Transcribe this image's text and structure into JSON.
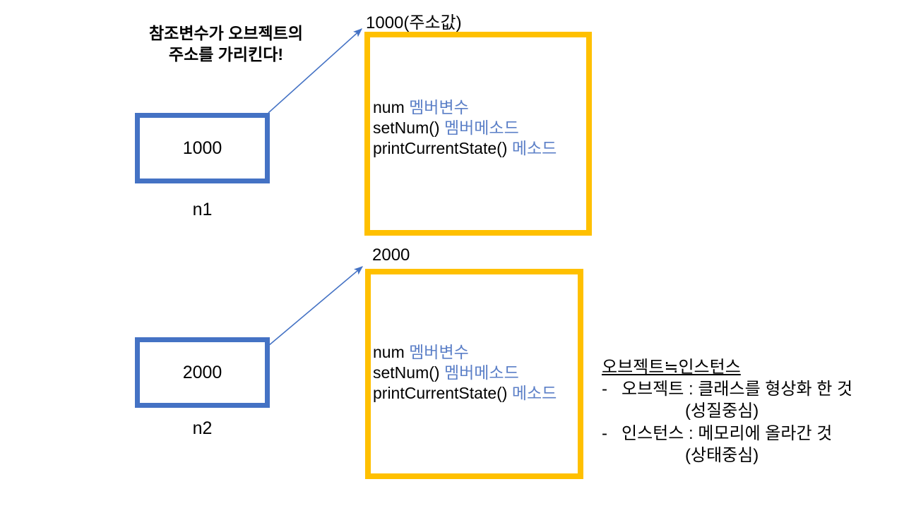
{
  "caption": {
    "line1": "참조변수가 오브젝트의",
    "line2": "주소를 가리킨다!"
  },
  "colors": {
    "object_box_border": "#FFC000",
    "reference_box_border": "#4472C4",
    "annotation_text": "#5B7FC7",
    "arrow": "#4472C4",
    "body_text": "#000000",
    "background": "#FFFFFF"
  },
  "references": [
    {
      "value": "1000",
      "label": "n1"
    },
    {
      "value": "2000",
      "label": "n2"
    }
  ],
  "objects": [
    {
      "address_label": "1000(주소값)",
      "members": [
        {
          "code": "num",
          "annotation": "멤버변수"
        },
        {
          "code": "setNum()",
          "annotation": "멤버메소드"
        },
        {
          "code": "printCurrentState()",
          "annotation": "메소드"
        }
      ]
    },
    {
      "address_label": "2000",
      "members": [
        {
          "code": "num",
          "annotation": "멤버변수"
        },
        {
          "code": "setNum()",
          "annotation": "멤버메소드"
        },
        {
          "code": "printCurrentState()",
          "annotation": "메소드"
        }
      ]
    }
  ],
  "note": {
    "heading": "오브젝트≒인스턴스",
    "items": [
      {
        "dash": "-",
        "text": "오브젝트 : 클래스를 형상화 한 것",
        "sub": "(성질중심)"
      },
      {
        "dash": "-",
        "text": "인스턴스 : 메모리에 올라간 것",
        "sub": "(상태중심)"
      }
    ]
  },
  "arrows": [
    {
      "name": "n1-to-object1",
      "from": "reference-box-n1",
      "to": "object-box-1000"
    },
    {
      "name": "n2-to-object2",
      "from": "reference-box-n2",
      "to": "object-box-2000"
    }
  ]
}
